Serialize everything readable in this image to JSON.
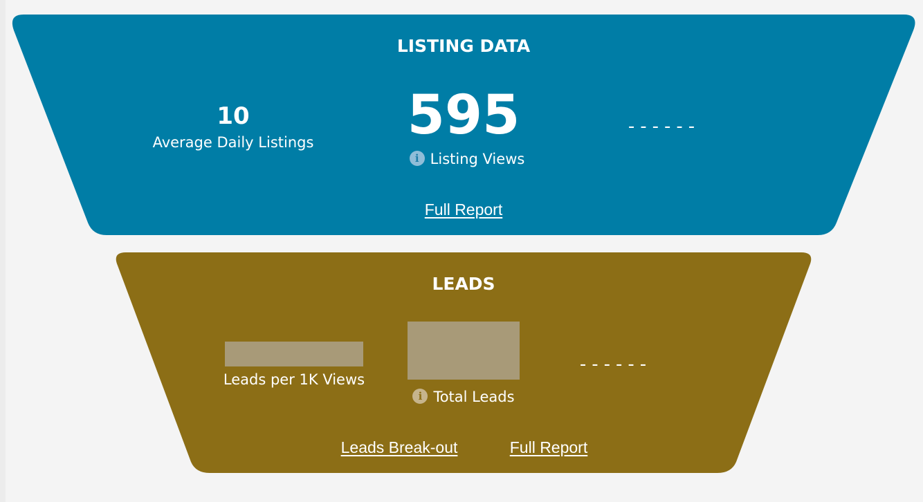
{
  "colors": {
    "listing_bg": "#007da6",
    "leads_bg": "#8c6e16",
    "page_bg": "#f4f4f4",
    "placeholder": "#a89a78"
  },
  "listing": {
    "title": "LISTING DATA",
    "avg_daily_listings_value": "10",
    "avg_daily_listings_label": "Average Daily Listings",
    "listing_views_value": "595",
    "listing_views_label": "Listing Views",
    "third_metric": "------",
    "full_report_link": "Full Report",
    "info_icon": "info-icon"
  },
  "leads": {
    "title": "LEADS",
    "leads_per_1k_label": "Leads per 1K Views",
    "total_leads_label": "Total Leads",
    "third_metric": "------",
    "breakout_link": "Leads Break-out",
    "full_report_link": "Full Report",
    "info_icon": "info-icon"
  }
}
